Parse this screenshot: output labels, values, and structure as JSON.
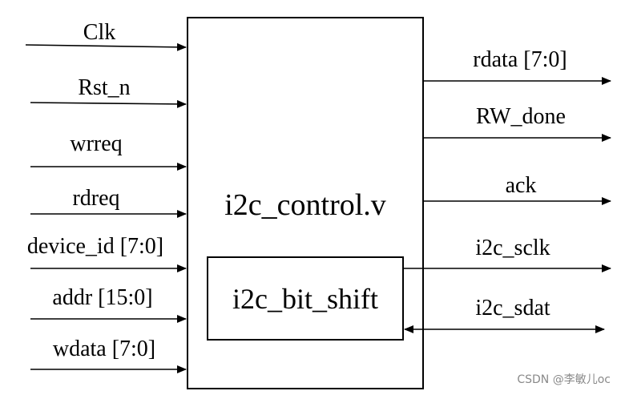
{
  "module": {
    "title": "i2c_control.v",
    "submodule": "i2c_bit_shift"
  },
  "inputs": [
    {
      "label": "Clk"
    },
    {
      "label": "Rst_n"
    },
    {
      "label": "wrreq"
    },
    {
      "label": "rdreq"
    },
    {
      "label": "device_id [7:0]"
    },
    {
      "label": "addr [15:0]"
    },
    {
      "label": "wdata [7:0]"
    }
  ],
  "outputs": [
    {
      "label": "rdata [7:0]",
      "direction": "out"
    },
    {
      "label": "RW_done",
      "direction": "out"
    },
    {
      "label": "ack",
      "direction": "out"
    },
    {
      "label": "i2c_sclk",
      "direction": "out"
    },
    {
      "label": "i2c_sdat",
      "direction": "bidirectional"
    }
  ],
  "watermark": "CSDN @李敏儿oc",
  "colors": {
    "stroke": "#000000",
    "watermark": "#8a8a8a"
  }
}
